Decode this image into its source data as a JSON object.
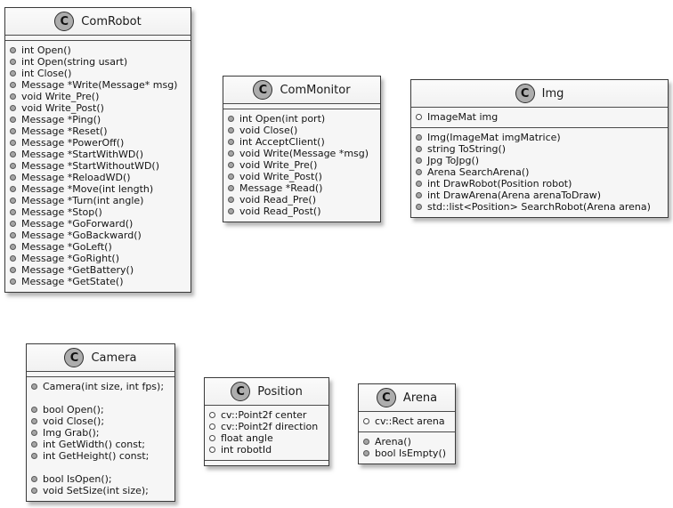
{
  "diagram": {
    "type": "uml-class-diagram",
    "colors": {
      "box_fill": "#f6f6f6",
      "box_border": "#3a3a3a",
      "icon_fill": "#adadad",
      "text": "#141414",
      "background": "#ffffff"
    },
    "classes": [
      {
        "id": "comrobot",
        "icon_letter": "C",
        "name": "ComRobot",
        "attributes": [],
        "methods": [
          "int Open()",
          "int Open(string usart)",
          "int Close()",
          "Message *Write(Message* msg)",
          "void Write_Pre()",
          "void Write_Post()",
          "Message *Ping()",
          "Message *Reset()",
          "Message *PowerOff()",
          "Message *StartWithWD()",
          "Message *StartWithoutWD()",
          "Message *ReloadWD()",
          "Message *Move(int length)",
          "Message *Turn(int angle)",
          "Message *Stop()",
          "Message *GoForward()",
          "Message *GoBackward()",
          "Message *GoLeft()",
          "Message *GoRight()",
          "Message *GetBattery()",
          "Message *GetState()"
        ]
      },
      {
        "id": "commonitor",
        "icon_letter": "C",
        "name": "ComMonitor",
        "attributes": [],
        "methods": [
          "int Open(int port)",
          "void Close()",
          "int AcceptClient()",
          "void Write(Message *msg)",
          "void Write_Pre()",
          "void Write_Post()",
          "Message *Read()",
          "void Read_Pre()",
          "void Read_Post()"
        ]
      },
      {
        "id": "img",
        "icon_letter": "C",
        "name": "Img",
        "attributes": [
          "ImageMat img"
        ],
        "methods": [
          "Img(ImageMat imgMatrice)",
          "string ToString()",
          "Jpg ToJpg()",
          "Arena SearchArena()",
          "int DrawRobot(Position robot)",
          "int DrawArena(Arena arenaToDraw)",
          "std::list<Position> SearchRobot(Arena arena)"
        ]
      },
      {
        "id": "camera",
        "icon_letter": "C",
        "name": "Camera",
        "attributes": [],
        "methods": [
          "Camera(int size, int fps);",
          "",
          "bool Open();",
          "void Close();",
          "Img Grab();",
          "int GetWidth() const;",
          "int GetHeight() const;",
          "",
          "bool IsOpen();",
          "void SetSize(int size);"
        ]
      },
      {
        "id": "position",
        "icon_letter": "C",
        "name": "Position",
        "attributes": [
          "cv::Point2f center",
          "cv::Point2f direction",
          "float angle",
          "int robotId"
        ],
        "methods": []
      },
      {
        "id": "arena",
        "icon_letter": "C",
        "name": "Arena",
        "attributes": [
          "cv::Rect arena"
        ],
        "methods": [
          "Arena()",
          "bool IsEmpty()"
        ]
      }
    ]
  }
}
